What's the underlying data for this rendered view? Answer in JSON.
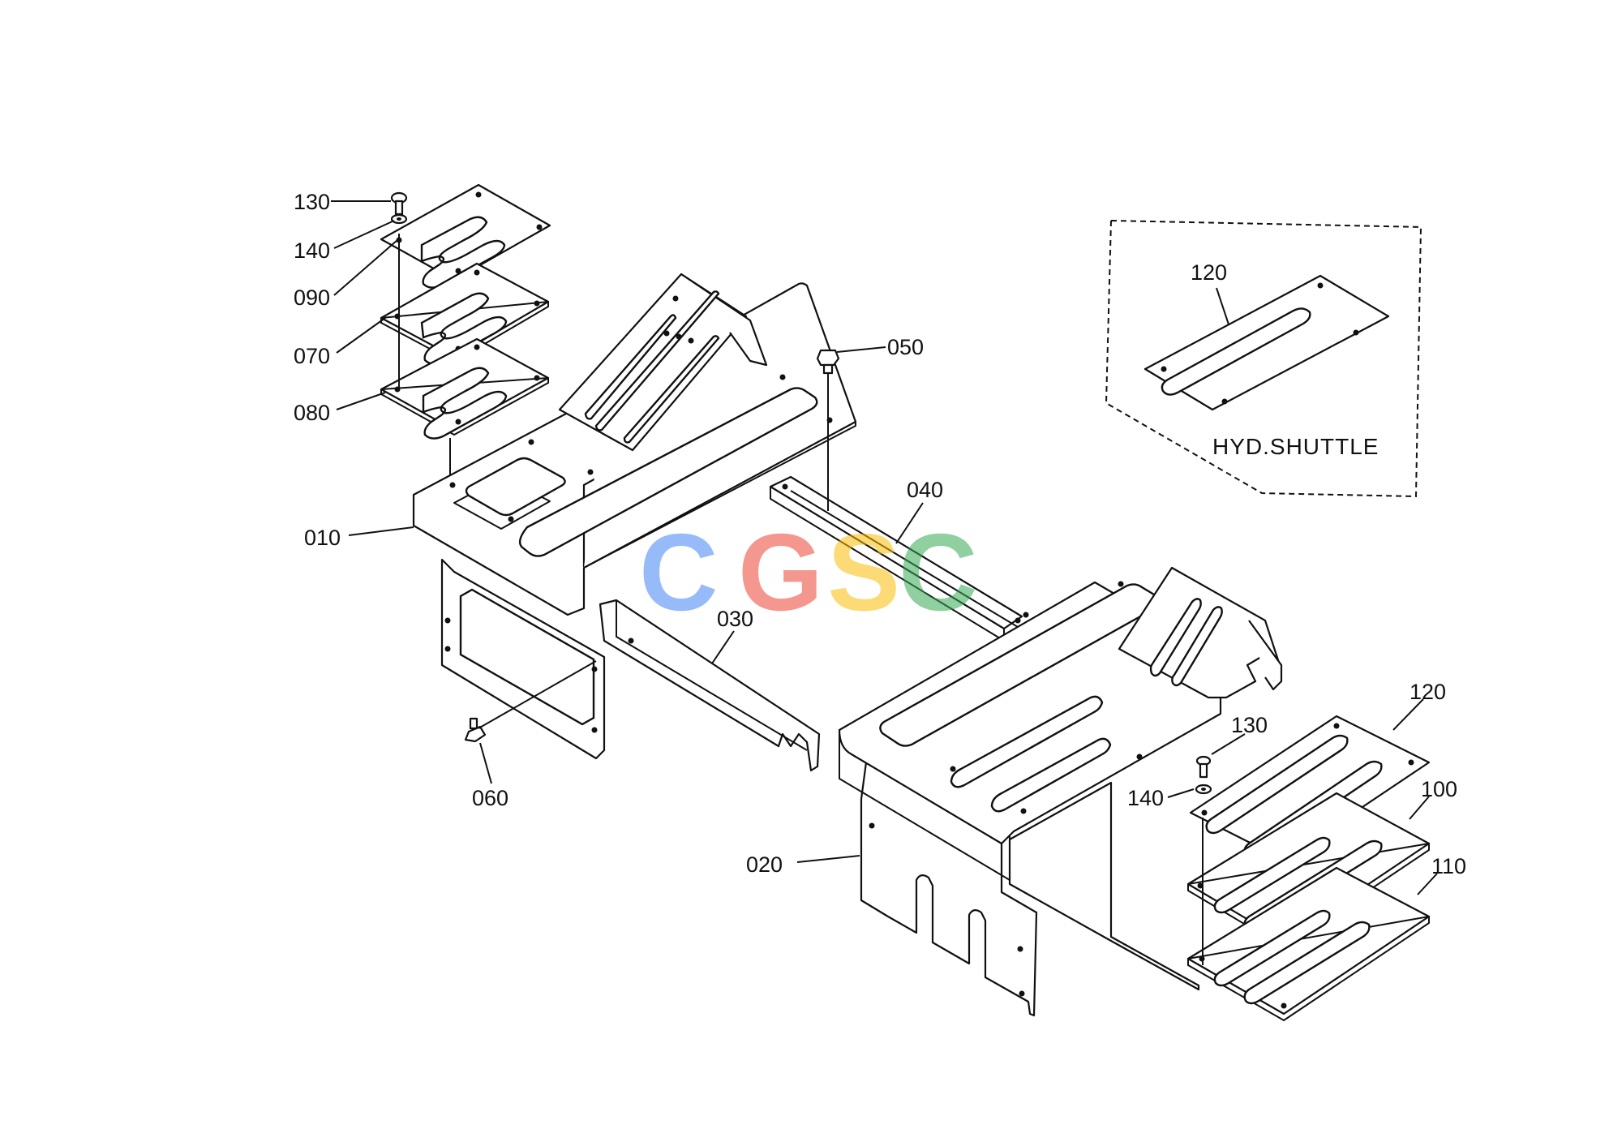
{
  "diagram": {
    "callouts": [
      {
        "id": "130a",
        "label": "130"
      },
      {
        "id": "140a",
        "label": "140"
      },
      {
        "id": "090",
        "label": "090"
      },
      {
        "id": "070",
        "label": "070"
      },
      {
        "id": "080",
        "label": "080"
      },
      {
        "id": "010",
        "label": "010"
      },
      {
        "id": "050",
        "label": "050"
      },
      {
        "id": "040",
        "label": "040"
      },
      {
        "id": "030",
        "label": "030"
      },
      {
        "id": "060",
        "label": "060"
      },
      {
        "id": "020",
        "label": "020"
      },
      {
        "id": "130b",
        "label": "130"
      },
      {
        "id": "140b",
        "label": "140"
      },
      {
        "id": "120b",
        "label": "120"
      },
      {
        "id": "100",
        "label": "100"
      },
      {
        "id": "110",
        "label": "110"
      },
      {
        "id": "120a",
        "label": "120"
      }
    ],
    "inset": {
      "title": "HYD.SHUTTLE"
    }
  },
  "watermark": {
    "letters": [
      "C",
      "G",
      "S",
      "C"
    ],
    "colors": [
      "#4285F4",
      "#EA4335",
      "#FBBC05",
      "#34A853"
    ]
  }
}
